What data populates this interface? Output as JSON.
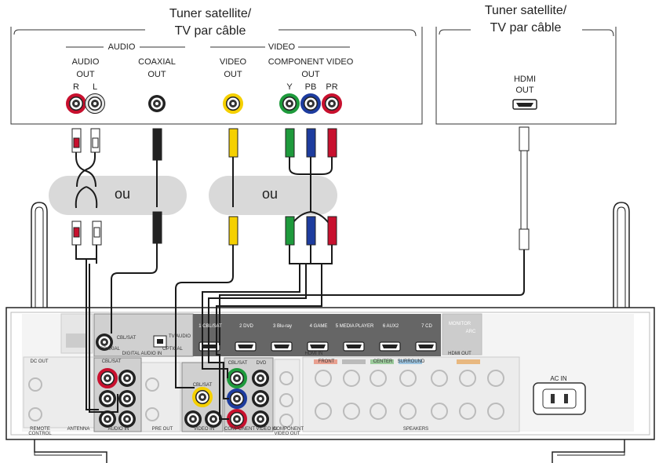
{
  "source_left": {
    "title_line1": "Tuner satellite/",
    "title_line2": "TV par câble",
    "group_audio": "AUDIO",
    "group_video": "VIDEO",
    "audio_out_line1": "AUDIO",
    "audio_out_line2": "OUT",
    "audio_r": "R",
    "audio_l": "L",
    "coaxial_line1": "COAXIAL",
    "coaxial_line2": "OUT",
    "video_out_line1": "VIDEO",
    "video_out_line2": "OUT",
    "component_line1": "COMPONENT VIDEO",
    "component_line2": "OUT",
    "comp_y": "Y",
    "comp_pb": "PB",
    "comp_pr": "PR"
  },
  "source_right": {
    "title_line1": "Tuner satellite/",
    "title_line2": "TV par câble",
    "hdmi_line1": "HDMI",
    "hdmi_line2": "OUT"
  },
  "or_label": "ou",
  "receiver": {
    "hdmi_inputs": [
      "1 CBL/SAT",
      "2 DVD",
      "3 Blu-ray",
      "4 GAME",
      "5 MEDIA PLAYER",
      "6 AUX2",
      "7 CD"
    ],
    "monitor_label": "MONITOR",
    "arc_label": "ARC",
    "hdmi_in_label": "HDMI IN",
    "hdmi_out_label": "HDMI OUT",
    "digital_audio_in_label": "DIGITAL AUDIO IN",
    "cbl_sat_label": "CBL/SAT",
    "coaxial_label": "COAXIAL",
    "tv_audio_label": "TV AUDIO",
    "optical_label": "OPTICAL",
    "audio_in_label": "AUDIO IN",
    "pre_out_label": "PRE OUT",
    "video_in_label": "VIDEO IN",
    "component_video_in_label": "COMPONENT VIDEO IN",
    "component_video_out_label": "COMPONENT VIDEO OUT",
    "antenna_label": "ANTENNA",
    "speakers_label": "SPEAKERS",
    "dc_out_label": "DC OUT",
    "remote_label": "REMOTE CONTROL",
    "ac_in_label": "AC IN",
    "dvd_label": "DVD",
    "front_label": "FRONT",
    "center_label": "CENTER",
    "surround_label": "SURROUND"
  },
  "colors": {
    "red": "#c8102e",
    "white": "#f2f2f2",
    "yellow": "#f5d000",
    "green": "#1e9a3c",
    "blue": "#1d3c9e",
    "cable": "#1a1a1a",
    "pill": "#d9d9d9"
  }
}
